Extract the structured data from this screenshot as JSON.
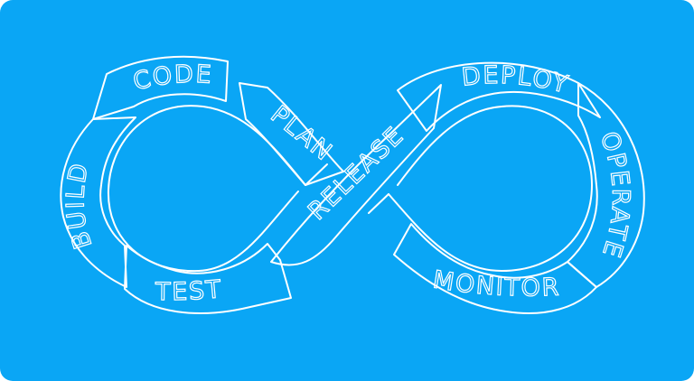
{
  "colors": {
    "background": "#0AA6F5",
    "line": "#FFFFFF"
  },
  "stages": {
    "code": "CODE",
    "plan": "PLAN",
    "release": "RELEASE",
    "deploy": "DEPLOY",
    "operate": "OPERATE",
    "monitor": "MONITOR",
    "test": "TEST",
    "build": "BUILD"
  }
}
